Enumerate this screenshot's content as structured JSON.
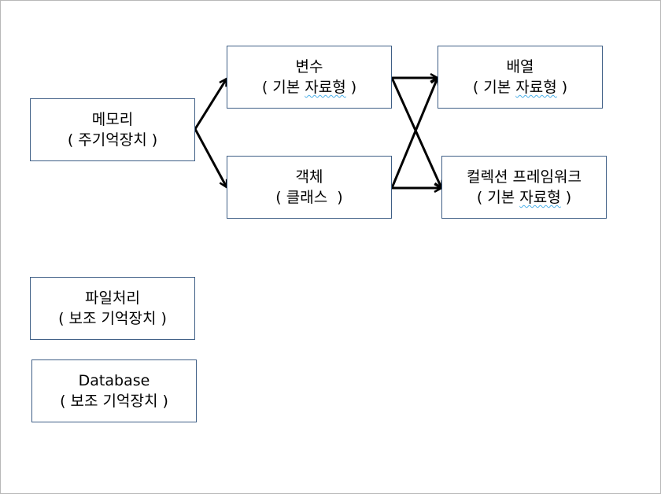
{
  "diagram": {
    "boxes": {
      "memory": {
        "title": "메모리",
        "pre": "( ",
        "sub": "주기억장치",
        "post": " )"
      },
      "variable": {
        "title": "변수",
        "pre": "( 기본 ",
        "sub": "자료형",
        "post": " )"
      },
      "object": {
        "title": "객체",
        "pre": "( ",
        "sub": "클래스",
        "post": "  )"
      },
      "array": {
        "title": "배열",
        "pre": "( 기본 ",
        "sub": "자료형",
        "post": " )"
      },
      "collection": {
        "title": "컬렉션 프레임워크",
        "pre": "( 기본 ",
        "sub": "자료형",
        "post": " )"
      },
      "file": {
        "title": "파일처리",
        "pre": "( 보조 ",
        "sub": "기억장치",
        "post": " )"
      },
      "database": {
        "title": "Database",
        "pre": "( 보조 ",
        "sub": "기억장치",
        "post": " )"
      }
    },
    "edges": [
      {
        "from": "memory",
        "to": "variable"
      },
      {
        "from": "memory",
        "to": "object"
      },
      {
        "from": "variable",
        "to": "array"
      },
      {
        "from": "variable",
        "to": "collection"
      },
      {
        "from": "object",
        "to": "array"
      },
      {
        "from": "object",
        "to": "collection"
      }
    ],
    "colors": {
      "box_border": "#3f5f86",
      "arrow": "#000000",
      "spellcheck_underline": "#4bb0e8"
    }
  }
}
